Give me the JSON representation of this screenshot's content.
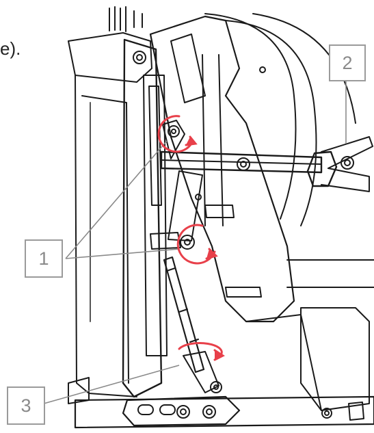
{
  "page": {
    "text_fragment": "e).",
    "callouts": [
      {
        "label": "1"
      },
      {
        "label": "2"
      },
      {
        "label": "3"
      }
    ],
    "colors": {
      "rotation_arrow": "#e8404a",
      "line_art": "#1a1a1a",
      "callout_border": "#9a9a9a",
      "leader_line": "#8a8a8a"
    }
  }
}
